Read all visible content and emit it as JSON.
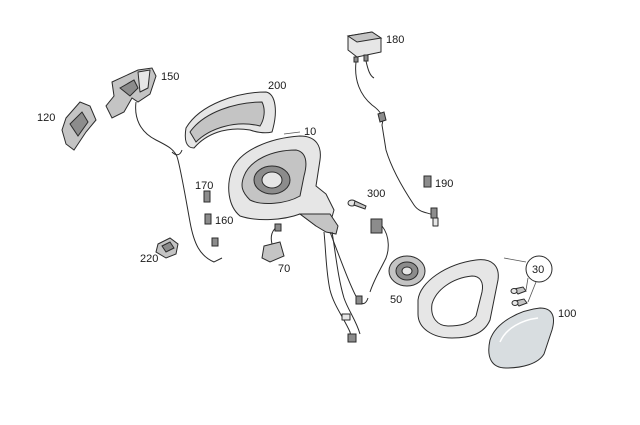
{
  "labels": {
    "p10": "10",
    "p30": "30",
    "p50": "50",
    "p70": "70",
    "p100": "100",
    "p120": "120",
    "p150": "150",
    "p160": "160",
    "p170": "170",
    "p180": "180",
    "p190": "190",
    "p200": "200",
    "p220": "220",
    "p300": "300"
  }
}
